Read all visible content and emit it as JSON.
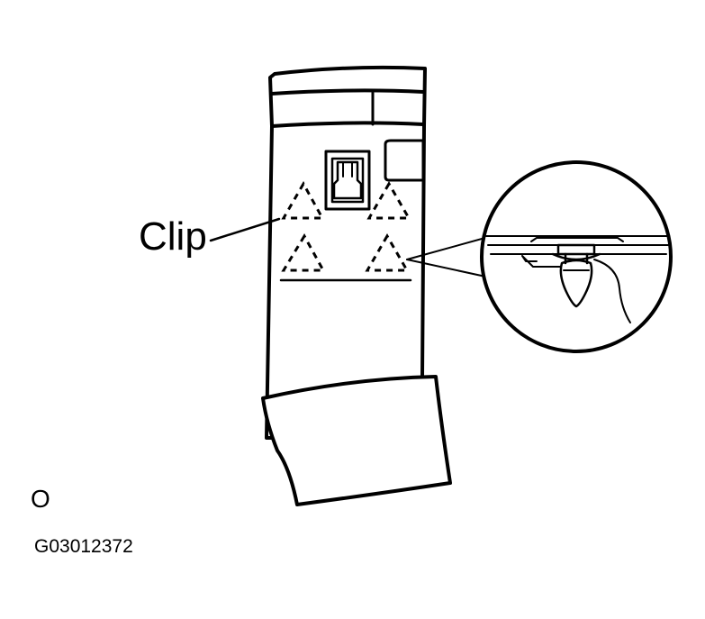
{
  "labels": {
    "clip": "Clip",
    "view_marker": "O",
    "figure_code": "G03012372"
  },
  "colors": {
    "ink": "#000000",
    "paper": "#ffffff"
  }
}
